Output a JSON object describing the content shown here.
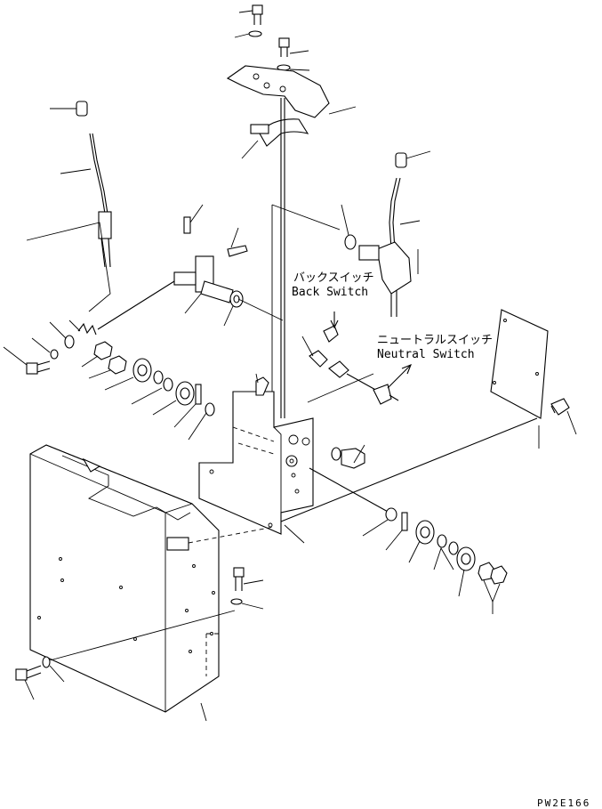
{
  "labels": {
    "back_switch_jp": "バックスイッチ",
    "back_switch_en": "Back Switch",
    "neutral_switch_jp": "ニュートラルスイッチ",
    "neutral_switch_en": "Neutral Switch",
    "drawing_code": "PW2E166"
  }
}
